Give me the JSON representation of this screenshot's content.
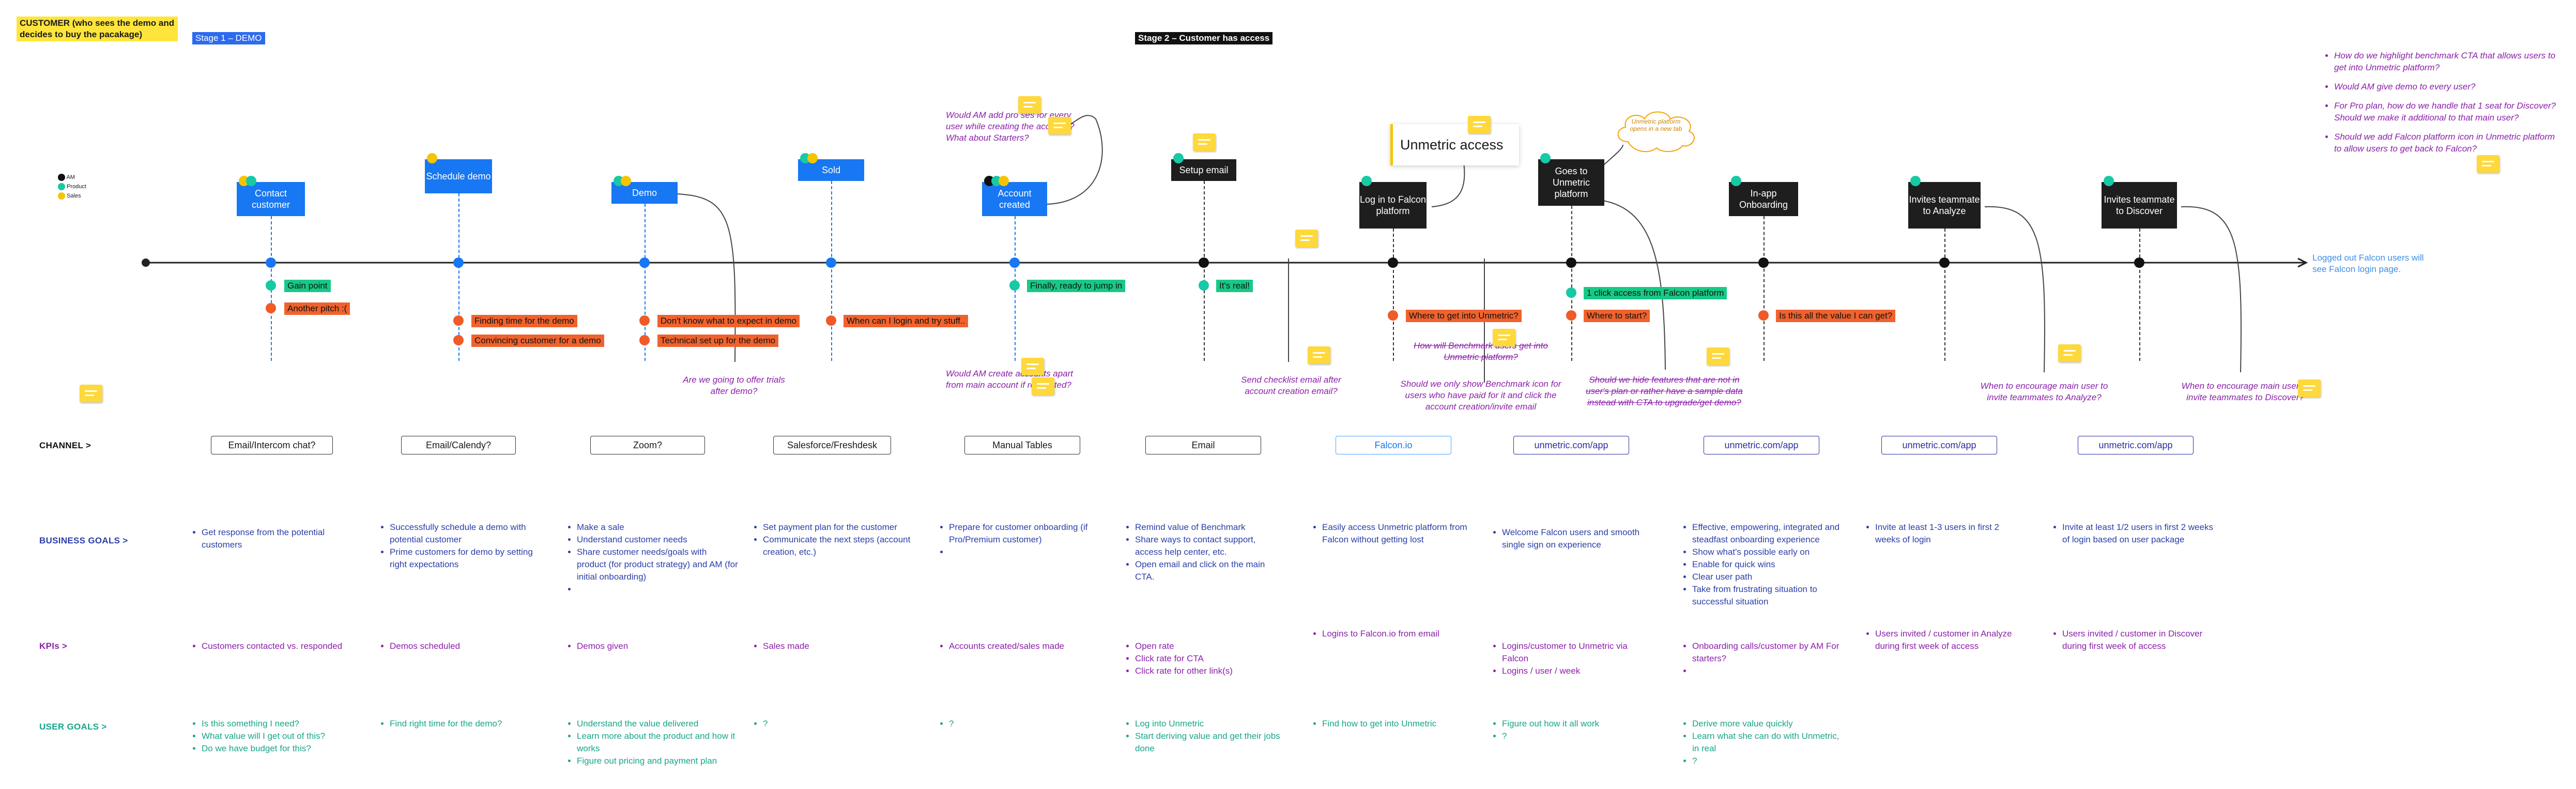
{
  "header": {
    "customer_title": "CUSTOMER (who sees the demo and decides to buy the pacakage)",
    "stage1": "Stage 1 – DEMO",
    "stage2": "Stage 2 – Customer has access"
  },
  "legend": [
    "AM",
    "Product",
    "Sales"
  ],
  "stages": [
    "Contact customer",
    "Schedule demo",
    "Demo",
    "Sold",
    "Account created",
    "Setup email",
    "Log in to Falcon platform",
    "Goes to Unmetric platform",
    "In-app Onboarding",
    "Invites teammate to Analyze",
    "Invites teammate to Discover"
  ],
  "popup": {
    "title": "Unmetric access",
    "cloud": "Unmetric platform opens in a new tab"
  },
  "tags": {
    "contact_pos": "Gain point",
    "contact_neg": "Another pitch :(",
    "schedule_1": "Finding time for the demo",
    "schedule_2": "Convincing customer for a demo",
    "demo_1": "Don't know what to expect in demo",
    "demo_2": "Technical set up for the demo",
    "sold_1": "When can I login and try stuff..",
    "account_1": "Finally, ready to jump in",
    "setup_1": "It's real!",
    "falcon_1": "Where to get into Unmetric?",
    "unmetric_pos": "1 click access from Falcon platform",
    "unmetric_neg": "Where to start?",
    "onboard_1": "Is this all the value I can get?"
  },
  "notes": {
    "am_above": "Would AM add pro ses for every user while creating the accou nt? What about Starters?",
    "demo_below": "Are we going to offer trials after demo?",
    "account_below": "Would AM create accounts apart from main account if requested?",
    "setup_below": "Send checklist email after account creation email?",
    "falcon_strike": "How will Benchmark users get into Unmetric platform?",
    "falcon_below": "Should we only show Benchmark icon for users who have paid for it and click the account creation/invite email",
    "unmetric_strike": "Should we hide features that are not in user's plan or rather have a sample data instead with CTA to upgrade/get demo?",
    "analyze_below": "When to encourage main user to invite teammates to Analyze?",
    "discover_below": "When to encourage main user to invite teammates to Discover?",
    "logged_out": "Logged out Falcon users will see Falcon login page."
  },
  "right_questions": [
    "How do we highlight benchmark CTA that allows users to get into Unmetric platform?",
    "Would AM give demo to every user?",
    "For Pro plan, how do we handle that 1 seat for Discover? Should we make it additional to that main user?",
    "Should we add Falcon platform icon in Unmetric platform to allow users to get back to Falcon?"
  ],
  "row_labels": {
    "channel": "CHANNEL  >",
    "business": "BUSINESS GOALS  >",
    "kpis": "KPIs  >",
    "user": "USER GOALS  >"
  },
  "channels": [
    "Email/Intercom chat?",
    "Email/Calendy?",
    "Zoom?",
    "Salesforce/Freshdesk",
    "Manual Tables",
    "Email",
    "Falcon.io",
    "unmetric.com/app",
    "unmetric.com/app",
    "unmetric.com/app",
    "unmetric.com/app"
  ],
  "business_goals": [
    [
      "Get response from the potential customers"
    ],
    [
      "Successfully schedule a demo with potential customer",
      "Prime customers for demo by setting right expectations"
    ],
    [
      "Make a sale",
      "Understand customer needs",
      "Share customer needs/goals with product (for product strategy) and AM (for initial onboarding)",
      ""
    ],
    [
      "Set payment plan for the customer",
      "Communicate the next steps (account creation, etc.)"
    ],
    [
      "Prepare for customer onboarding (if Pro/Premium customer)",
      ""
    ],
    [
      "Remind value of Benchmark",
      "Share ways to contact support, access help center, etc.",
      "Open email and click on the main CTA."
    ],
    [
      "Easily access Unmetric platform from Falcon without getting lost"
    ],
    [
      "Welcome Falcon users and smooth single sign on experience"
    ],
    [
      "Effective, empowering, integrated and steadfast onboarding experience",
      "Show what's possible early on",
      "Enable for quick wins",
      "Clear user path",
      "Take from frustrating situation to successful situation"
    ],
    [
      "Invite at least 1-3 users in first 2 weeks of login"
    ],
    [
      "Invite at least 1/2 users in first 2 weeks of login based on user package"
    ]
  ],
  "kpis": [
    [
      "Customers contacted vs. responded"
    ],
    [
      "Demos scheduled"
    ],
    [
      "Demos given"
    ],
    [
      "Sales made"
    ],
    [
      "Accounts created/sales made"
    ],
    [
      "Open rate",
      "Click rate for CTA",
      "Click rate for other link(s)"
    ],
    [
      "Logins to Falcon.io from email"
    ],
    [
      "Logins/customer to Unmetric via Falcon",
      "Logins / user / week"
    ],
    [
      "Onboarding calls/customer by AM For starters?",
      ""
    ],
    [
      "Users invited / customer in Analyze during first week of access"
    ],
    [
      "Users invited / customer in Discover during first week of access"
    ]
  ],
  "user_goals": [
    [
      "Is this something I need?",
      "What value will I get out of this?",
      "Do we have budget for this?"
    ],
    [
      "Find right time for the demo?"
    ],
    [
      "Understand the value delivered",
      "Learn more about the product and how it works",
      "Figure out pricing and payment plan"
    ],
    [
      "?"
    ],
    [
      "?"
    ],
    [
      "Log into Unmetric",
      "Start deriving value and get their jobs done"
    ],
    [
      "Find how to get into Unmetric"
    ],
    [
      "Figure out how it all work",
      "?"
    ],
    [
      "Derive more value quickly",
      "Learn what she can do with Unmetric, in real",
      "?"
    ],
    [],
    []
  ]
}
